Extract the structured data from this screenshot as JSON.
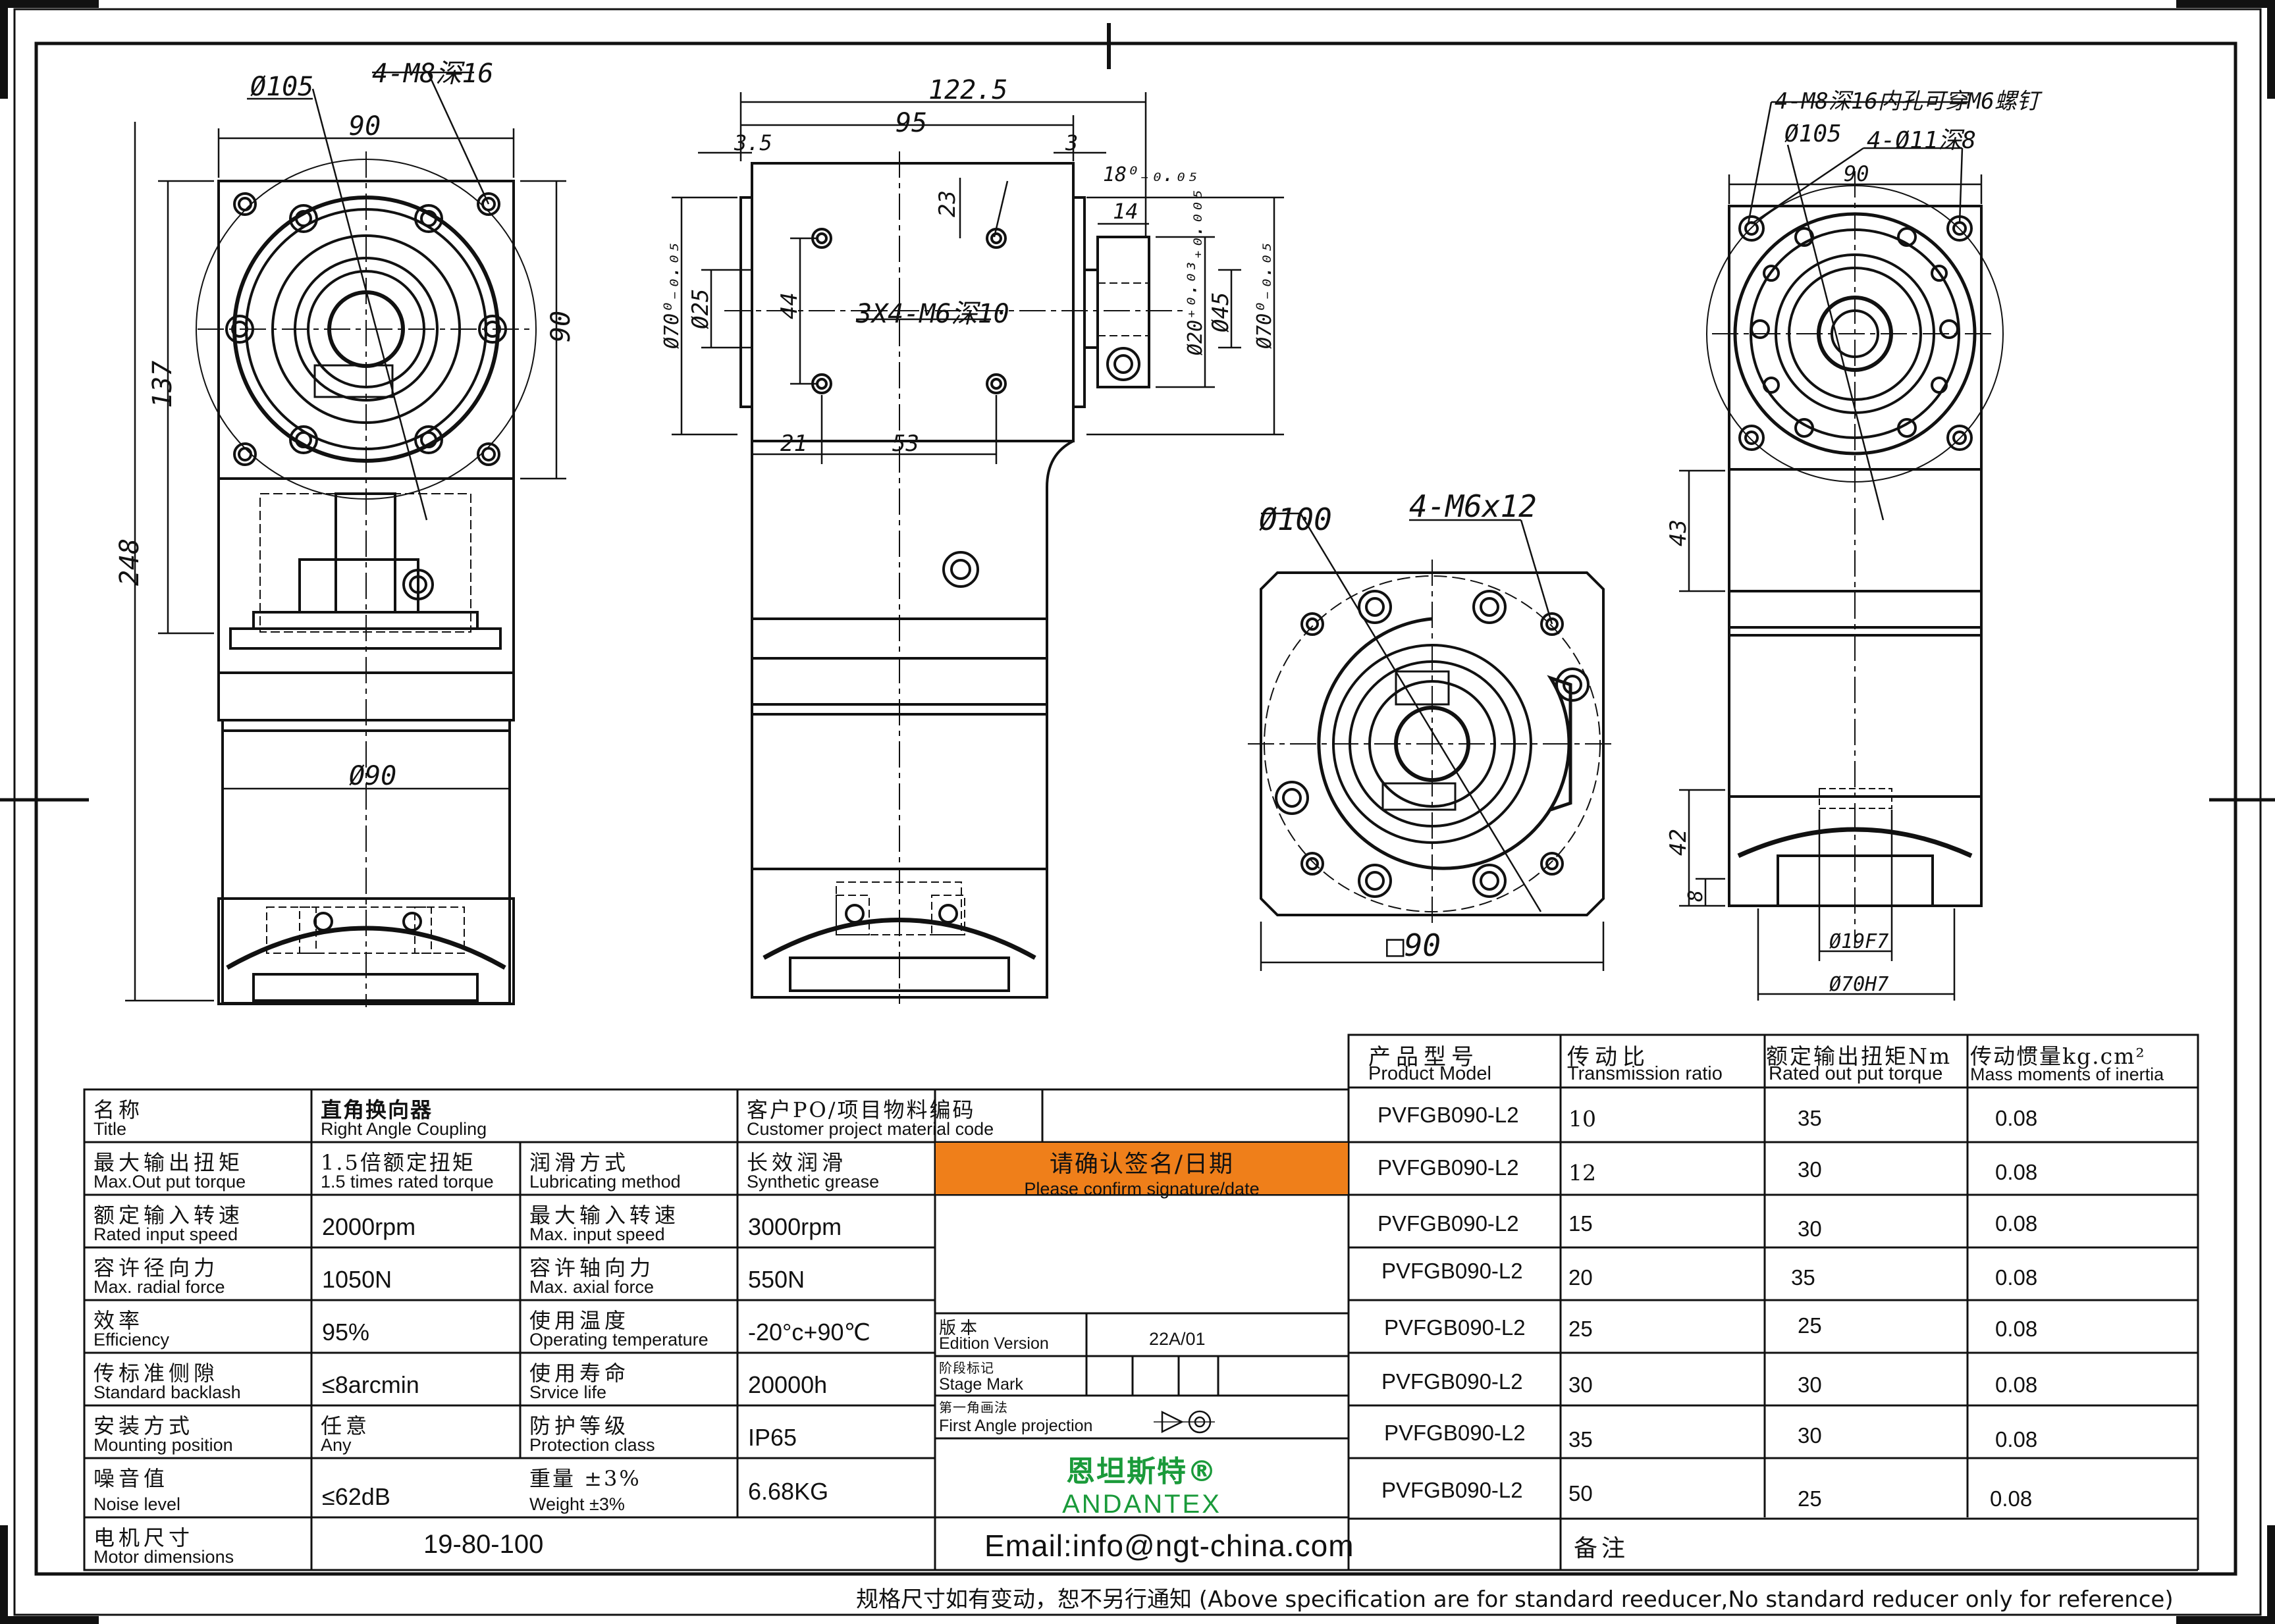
{
  "drawing": {
    "front": {
      "d105": "Ø105",
      "holes": "4-M8深16",
      "w90": "90",
      "h90": "90",
      "h137": "137",
      "h248": "248",
      "d90": "Ø90"
    },
    "side": {
      "w1225": "122.5",
      "w95": "95",
      "w35": "3.5",
      "w3": "3",
      "key": "18⁰₋₀.₀₅",
      "w14": "14",
      "h23": "23",
      "h44": "44",
      "d70a": "Ø70⁰₋₀.₀₅",
      "d25": "Ø25",
      "thread": "3X4-M6深10",
      "d20": "Ø20⁺⁰·⁰³₊₀.₀₀₅",
      "d45": "Ø45",
      "d70b": "Ø70⁰₋₀.₀₅",
      "w21": "21",
      "w53": "53"
    },
    "flange": {
      "d100": "Ø100",
      "holes": "4-M6x12",
      "sq90": "□90"
    },
    "right": {
      "holes": "4-M8深16内孔可穿M6螺钉",
      "d105": "Ø105",
      "d11": "4-Ø11深8",
      "w90": "90",
      "h43": "43",
      "h42": "42",
      "h8": "8",
      "d19": "Ø19F7",
      "d70": "Ø70H7"
    }
  },
  "spec": {
    "title_zh": "名称",
    "title_en": "Title",
    "title_val_zh": "直角换向器",
    "title_val_en": "Right Angle Coupling",
    "cust_zh": "客户PO/项目物料编码",
    "cust_en": "Customer project material code",
    "torque_zh": "最大输出扭矩",
    "torque_en": "Max.Out put torque",
    "torque_val_zh": "1.5倍额定扭矩",
    "torque_val_en": "1.5 times rated torque",
    "lub_zh": "润滑方式",
    "lub_en": "Lubricating method",
    "lub_val_zh": "长效润滑",
    "lub_val_en": "Synthetic grease",
    "confirm_zh": "请确认签名/日期",
    "confirm_en": "Please confirm signature/date",
    "rin_zh": "额定输入转速",
    "rin_en": "Rated input speed",
    "rin_val": "2000rpm",
    "min_zh": "最大输入转速",
    "min_en": "Max. input speed",
    "min_val": "3000rpm",
    "rad_zh": "容许径向力",
    "rad_en": "Max. radial force",
    "rad_val": "1050N",
    "ax_zh": "容许轴向力",
    "ax_en": "Max. axial force",
    "ax_val": "550N",
    "eff_zh": "效率",
    "eff_en": "Efficiency",
    "eff_val": "95%",
    "temp_zh": "使用温度",
    "temp_en": "Operating temperature",
    "temp_val": "-20°c+90℃",
    "ver_zh": "版本",
    "ver_en": "Edition Version",
    "ver_val": "22A/01",
    "back_zh": "传标准侧隙",
    "back_en": "Standard backlash",
    "back_val": "≤8arcmin",
    "life_zh": "使用寿命",
    "life_en": "Srvice life",
    "life_val": "20000h",
    "stage_zh": "阶段标记",
    "stage_en": "Stage Mark",
    "mount_zh": "安装方式",
    "mount_en": "Mounting position",
    "mount_val_zh": "任意",
    "mount_val_en": "Any",
    "prot_zh": "防护等级",
    "prot_en": "Protection class",
    "prot_val": "IP65",
    "proj_zh": "第一角画法",
    "proj_en": "First Angle projection",
    "noise_zh": "噪音值",
    "noise_en": "Noise level",
    "noise_val": "≤62dB",
    "wt_zh": "重量 ±3%",
    "wt_en": "Weight ±3%",
    "wt_val": "6.68KG",
    "brand_zh": "恩坦斯特®",
    "brand_en": "ANDANTEX",
    "motor_zh": "电机尺寸",
    "motor_en": "Motor dimensions",
    "motor_val": "19-80-100",
    "email": "Email:info@ngt-china.com",
    "remark": "备注"
  },
  "products": {
    "headers": [
      {
        "zh": "产品型号",
        "en": "Product Model"
      },
      {
        "zh": "传动比",
        "en": "Transmission ratio"
      },
      {
        "zh": "额定输出扭矩Nm",
        "en": "Rated out put torque"
      },
      {
        "zh": "传动惯量kg.cm²",
        "en": "Mass moments of inertia"
      }
    ],
    "rows": [
      {
        "model": "PVFGB090-L2",
        "ratio": "10",
        "torque": "35",
        "inertia": "0.08"
      },
      {
        "model": "PVFGB090-L2",
        "ratio": "12",
        "torque": "30",
        "inertia": "0.08"
      },
      {
        "model": "PVFGB090-L2",
        "ratio": "15",
        "torque": "30",
        "inertia": "0.08"
      },
      {
        "model": "PVFGB090-L2",
        "ratio": "20",
        "torque": "35",
        "inertia": "0.08"
      },
      {
        "model": "PVFGB090-L2",
        "ratio": "25",
        "torque": "25",
        "inertia": "0.08"
      },
      {
        "model": "PVFGB090-L2",
        "ratio": "30",
        "torque": "30",
        "inertia": "0.08"
      },
      {
        "model": "PVFGB090-L2",
        "ratio": "35",
        "torque": "30",
        "inertia": "0.08"
      },
      {
        "model": "PVFGB090-L2",
        "ratio": "50",
        "torque": "25",
        "inertia": "0.08"
      }
    ]
  },
  "footer": "规格尺寸如有变动，恕不另行通知  (Above specification are for standard reeducer,No standard reducer only for reference)",
  "colors": {
    "accent": "#ef7f1a",
    "brand": "#1a9a3a",
    "line": "#111111"
  }
}
